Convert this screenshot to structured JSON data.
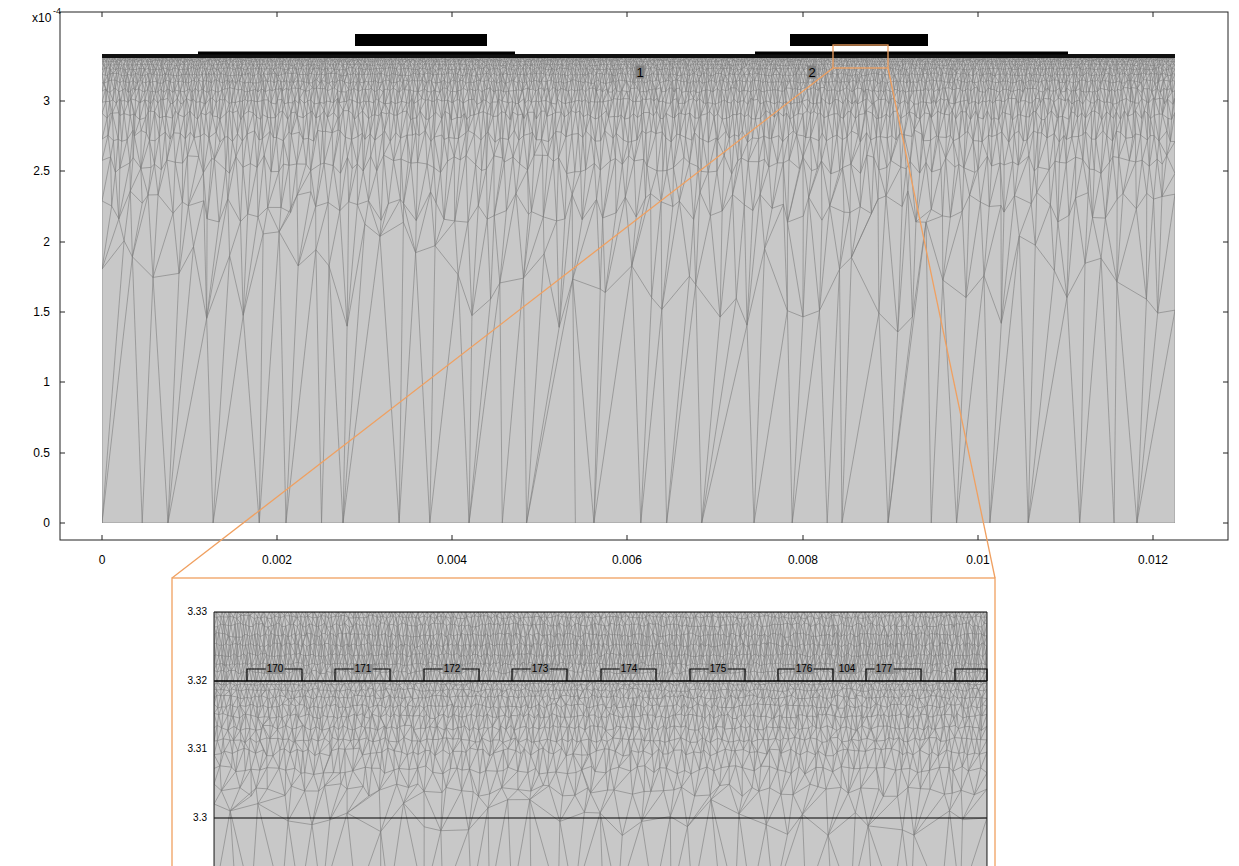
{
  "diagram": {
    "labels": [
      "x10",
      "-4",
      "3",
      "2.5",
      "2",
      "1.5",
      "1",
      "0.5",
      "0",
      "0",
      "0.002",
      "0.004",
      "0.006",
      "0.008",
      "0.01",
      "0.012",
      "1",
      "2",
      "3.33",
      "3.32",
      "3.31",
      "3.3",
      "170",
      "171",
      "172",
      "173",
      "174",
      "175",
      "176",
      "104",
      "177"
    ]
  }
}
